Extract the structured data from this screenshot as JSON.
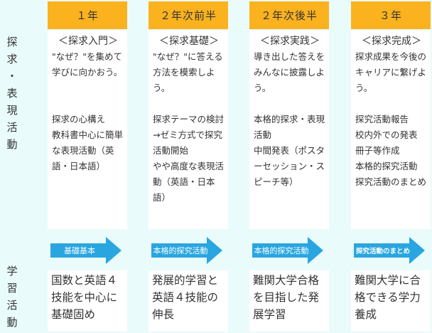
{
  "row_labels": {
    "top": [
      "探",
      "求",
      "・",
      "表",
      "現",
      "活",
      "動"
    ],
    "bottom": [
      "学",
      "習",
      "活",
      "動"
    ]
  },
  "columns": [
    {
      "heading": "１年",
      "title": "＜探求入門＞",
      "upper_lines": [
        "\"なぜ？\"を集めて",
        "学びに向かおう。",
        "",
        "",
        "探求の心構え",
        "教科書中心に簡単",
        "な表現活動（英",
        "語・日本語）"
      ],
      "arrow_label": "基礎基本",
      "lower_lines": [
        "国数と英語４",
        "技能を中心に",
        "基礎固め"
      ]
    },
    {
      "heading": "２年次前半",
      "title": "＜探求基礎＞",
      "upper_lines": [
        "\"なぜ？\"に答える",
        "方法を模索しよ",
        "う。",
        "",
        "探求テーマの検討",
        "→ゼミ方式で探究",
        "活動開始",
        "やや高度な表現活",
        "動（英語・日本",
        "語）"
      ],
      "arrow_label": "本格的探究活動",
      "lower_lines": [
        "発展的学習と",
        "英語４技能の",
        "伸長"
      ]
    },
    {
      "heading": "２年次後半",
      "title": "＜探求実践＞",
      "upper_lines": [
        "導き出した答えを",
        "みんなに披露しよ",
        "う。",
        "",
        "本格的探求・表現",
        "活動",
        "中間発表（ポスタ",
        "ーセッション・ス",
        "ピーチ等）"
      ],
      "arrow_label": "本格的探究活動",
      "lower_lines": [
        "難関大学合格",
        "を目指した発",
        "展学習"
      ]
    },
    {
      "heading": "３年",
      "title": "＜探求完成＞",
      "upper_lines": [
        "探求成果を今後の",
        "キャリアに繋げよ",
        "う。",
        "",
        "探究活動報告",
        "校内外での発表",
        "冊子等作成",
        "本格的探究活動",
        "探究活動のまとめ"
      ],
      "arrow_label": "探究活動のまとめ",
      "lower_lines": [
        "難関大学に合",
        "格できる学力",
        "養成"
      ]
    }
  ],
  "colors": {
    "background": "#eafbfb",
    "heading_bg": "#fbb21f",
    "arrow": "#29a6e0",
    "card_bg": "#ffffff"
  }
}
